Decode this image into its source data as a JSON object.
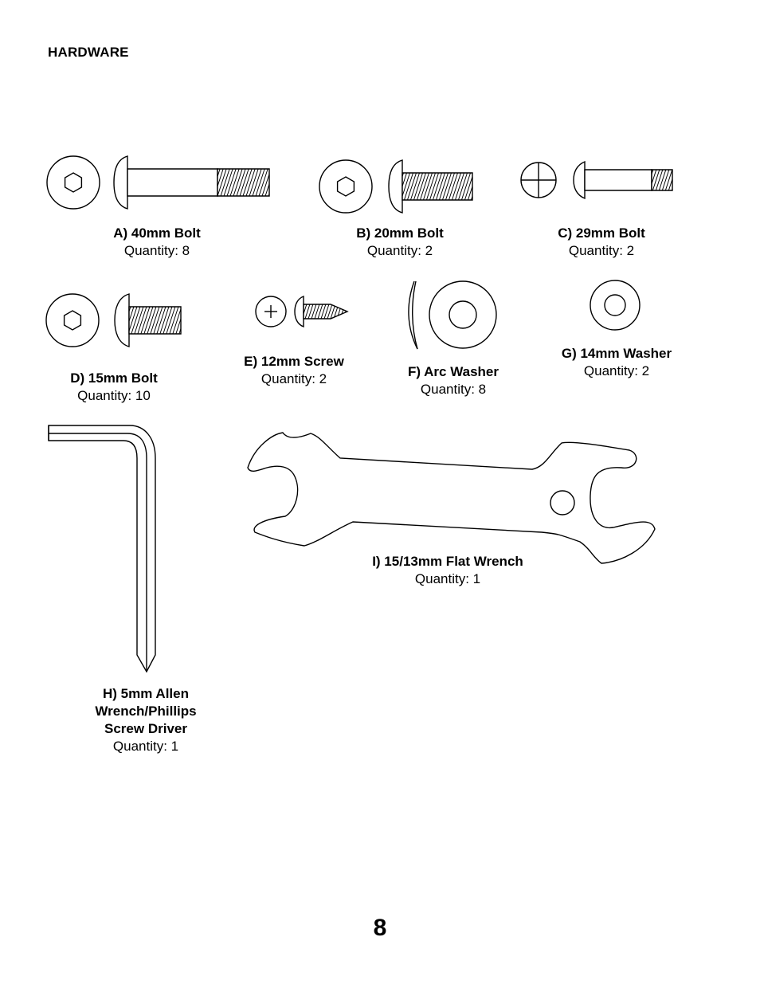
{
  "page": {
    "heading": "HARDWARE",
    "page_number": "8"
  },
  "items": [
    {
      "name": "A) 40mm Bolt",
      "quantity": "Quantity: 8"
    },
    {
      "name": "B) 20mm Bolt",
      "quantity": "Quantity: 2"
    },
    {
      "name": "C) 29mm Bolt",
      "quantity": "Quantity: 2"
    },
    {
      "name": "D) 15mm Bolt",
      "quantity": "Quantity: 10"
    },
    {
      "name": "E) 12mm Screw",
      "quantity": "Quantity: 2"
    },
    {
      "name": "F) Arc Washer",
      "quantity": "Quantity: 8"
    },
    {
      "name": "G) 14mm Washer",
      "quantity": "Quantity: 2"
    },
    {
      "name_lines": [
        "H) 5mm Allen",
        "Wrench/Phillips",
        "Screw Driver"
      ],
      "quantity": "Quantity: 1"
    },
    {
      "name": "I) 15/13mm Flat Wrench",
      "quantity": "Quantity: 1"
    }
  ]
}
